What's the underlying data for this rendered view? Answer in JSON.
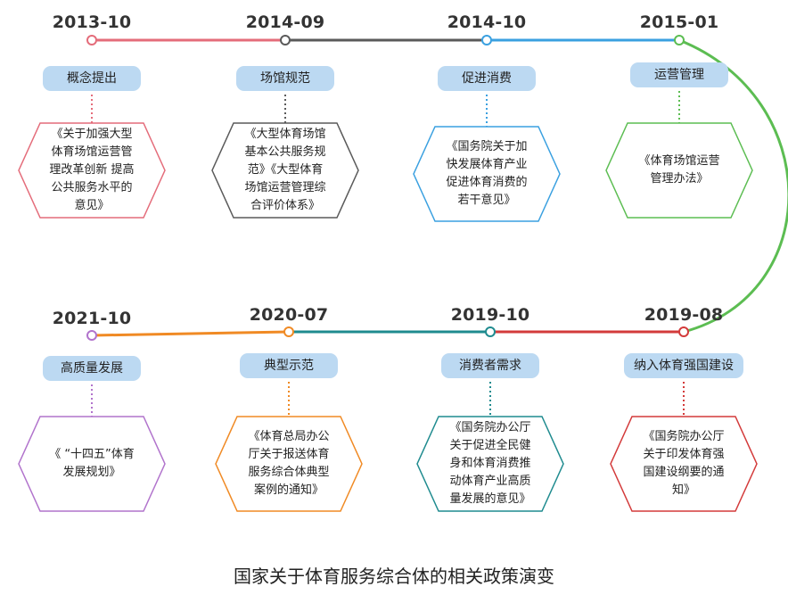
{
  "milestones": [
    {
      "date": "2013-10",
      "stage": "概念提出",
      "doc": "《关于加强大型体育场馆运营管理改革创新 提高公共服务水平的意见》",
      "color": "#e46c7a"
    },
    {
      "date": "2014-09",
      "stage": "场馆规范",
      "doc": "《大型体育场馆基本公共服务规范》《大型体育场馆运营管理综合评价体系》",
      "color": "#5a5a5a"
    },
    {
      "date": "2014-10",
      "stage": "促进消费",
      "doc": "《国务院关于加快发展体育产业促进体育消费的若干意见》",
      "color": "#3aa0e0"
    },
    {
      "date": "2015-01",
      "stage": "运营管理",
      "doc": "《体育场馆运营管理办法》",
      "color": "#5cbd52"
    },
    {
      "date": "2019-08",
      "stage": "纳入体育强国建设",
      "doc": "《国务院办公厅关于印发体育强国建设纲要的通知》",
      "color": "#d33a3a"
    },
    {
      "date": "2019-10",
      "stage": "消费者需求",
      "doc": "《国务院办公厅关于促进全民健身和体育消费推动体育产业高质量发展的意见》",
      "color": "#1f8b8f"
    },
    {
      "date": "2020-07",
      "stage": "典型示范",
      "doc": "《体育总局办公厅关于报送体育服务综合体典型案例的通知》",
      "color": "#f08a24"
    },
    {
      "date": "2021-10",
      "stage": "高质量发展",
      "doc": "《 “十四五”体育发展规划》",
      "color": "#b173cc"
    }
  ],
  "caption": "国家关于体育服务综合体的相关政策演变"
}
